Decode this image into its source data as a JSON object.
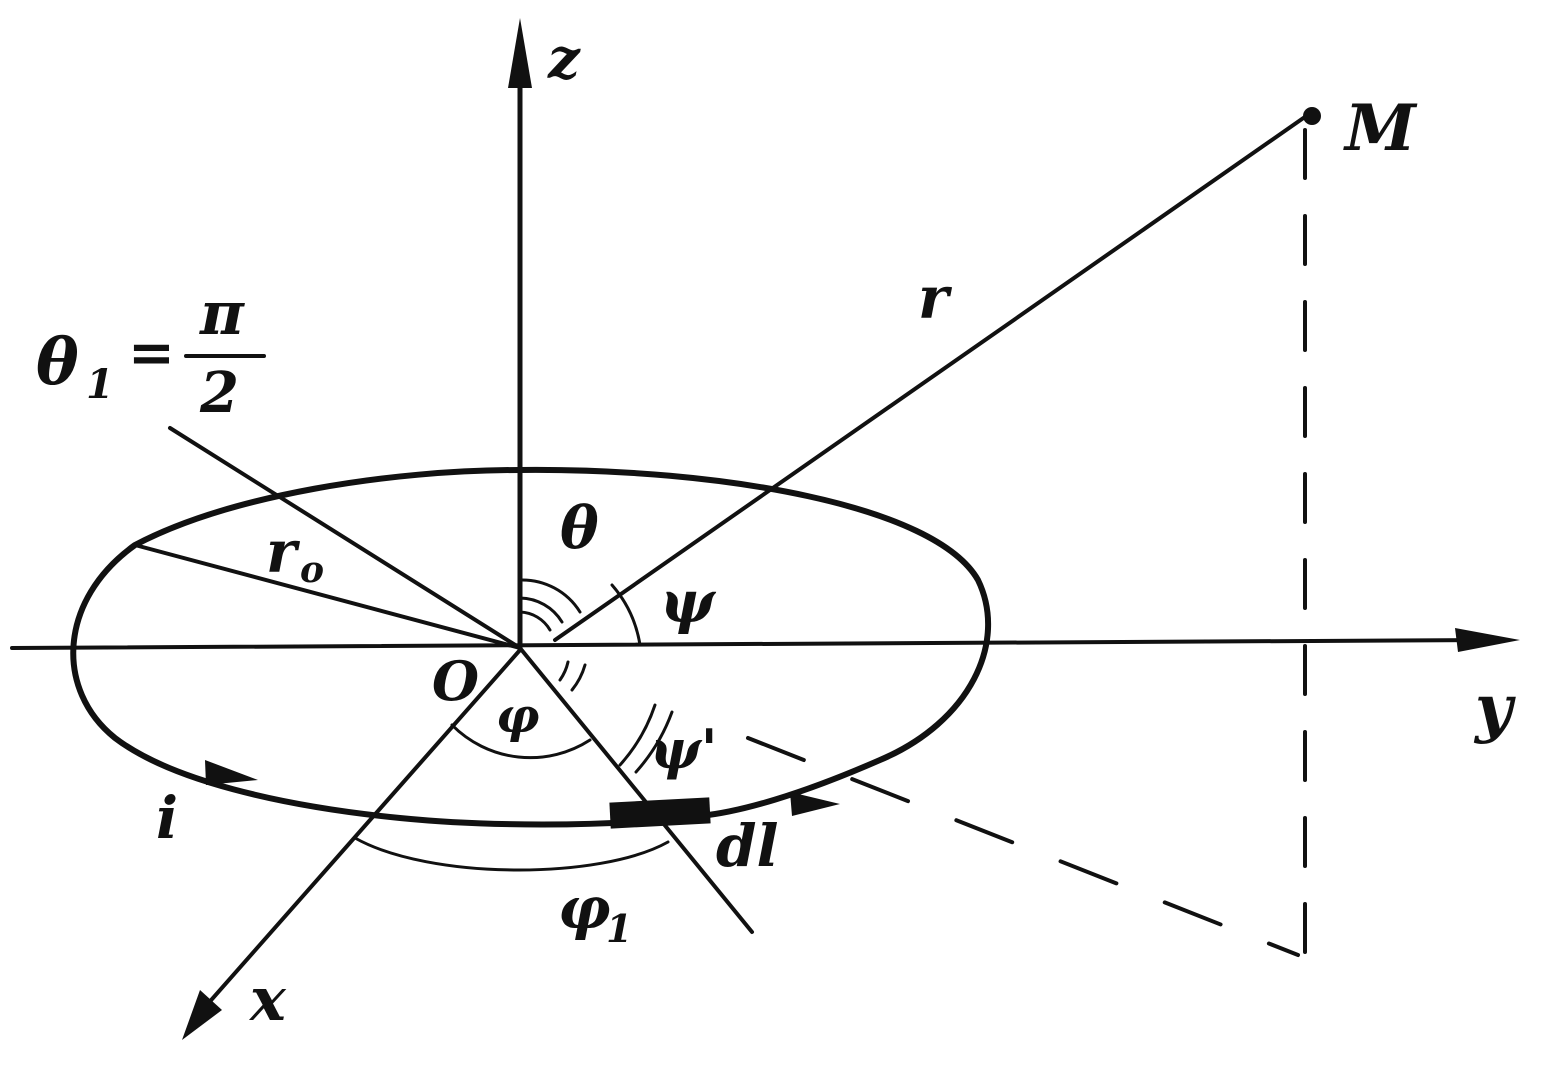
{
  "labels": {
    "z_axis": "z",
    "y_axis": "y",
    "x_axis": "x",
    "point_m": "M",
    "radius_r": "r",
    "theta1_eq": "θ",
    "theta1_sub": "1",
    "theta1_equals": "=",
    "theta1_pi": "π",
    "theta1_two": "2",
    "radius_r0": "r",
    "radius_r0_sub": "o",
    "theta": "θ",
    "psi": "ψ",
    "psi_prime": "ψ'",
    "origin": "O",
    "phi": "φ",
    "current_i": "i",
    "dl": "dl",
    "phi1": "φ",
    "phi1_sub": "1"
  },
  "colors": {
    "ink": "#111111",
    "background": "#ffffff"
  }
}
